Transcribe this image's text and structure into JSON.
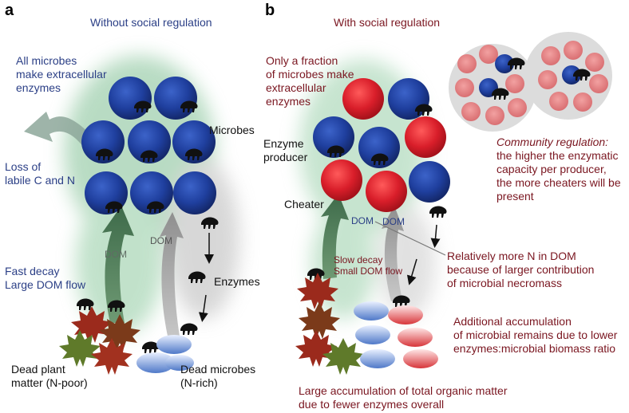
{
  "panel_a": {
    "letter": "a",
    "title": "Without social regulation",
    "all_microbes": "All microbes\nmake extracellular\nenzymes",
    "microbes": "Microbes",
    "loss": "Loss of\nlabile C and N",
    "dom_left": "DOM",
    "dom_right": "DOM",
    "fast_decay": "Fast decay\nLarge DOM flow",
    "enzymes": "Enzymes",
    "dead_plant": "Dead plant\nmatter (N-poor)",
    "dead_microbes": "Dead microbes\n(N-rich)"
  },
  "panel_b": {
    "letter": "b",
    "title": "With social regulation",
    "fraction": "Only a fraction\nof microbes make\nextracellular\nenzymes",
    "enzyme_producer": "Enzyme\nproducer",
    "cheater": "Cheater",
    "dom_left": "DOM",
    "dom_right": "DOM",
    "slow_decay": "Slow decay\nSmall DOM flow",
    "community_title": "Community regulation:",
    "community_text": "the higher the enzymatic\ncapacity per producer,\nthe more cheaters will be\npresent",
    "more_n": "Relatively more N in DOM\nbecause of larger contribution\nof microbial necromass",
    "additional": "Additional accumulation\nof microbial remains due to lower\nenzymes:microbial biomass ratio",
    "large_accum": "Large accumulation of total organic matter\ndue to fewer enzymes overall"
  },
  "colors": {
    "producer_blue": "#1f3f9e",
    "cheater_red": "#d91e2a",
    "label_blue": "#2b3f86",
    "label_red": "#7a1620",
    "dom_arrow_green": "#4f7d5a",
    "dom_arrow_grey": "#9a9a9a",
    "leaf_red": "#9b2a1c",
    "leaf_green": "#5f7a2a"
  }
}
